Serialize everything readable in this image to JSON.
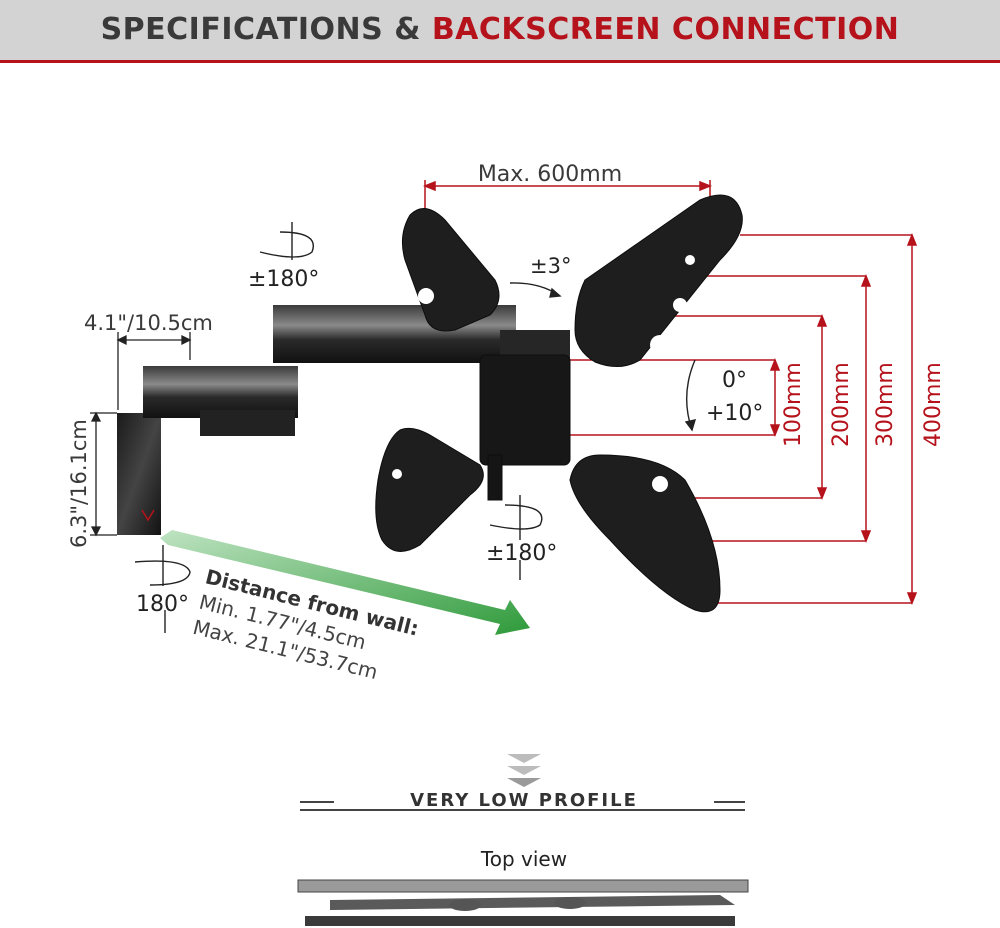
{
  "header": {
    "title_part1": "SPECIFICATIONS & ",
    "title_part2": "BACKSCREEN CONNECTION"
  },
  "dimensions": {
    "max_width": "Max. 600mm",
    "tilt_side": "±3°",
    "rot_top": "±180°",
    "rot_bottom": "±180°",
    "rot_wall": "180°",
    "tilt_main_1": "0°",
    "tilt_main_2": "+10°",
    "arm_depth": "4.1\"/10.5cm",
    "plate_height": "6.3\"/16.1cm",
    "vesa": [
      "100mm",
      "200mm",
      "300mm",
      "400mm"
    ]
  },
  "distance": {
    "title": "Distance from wall:",
    "min": "Min. 1.77\"/4.5cm",
    "max": "Max. 21.1\"/53.7cm"
  },
  "profile": {
    "label": "VERY LOW PROFILE",
    "top_view": "Top view"
  },
  "colors": {
    "accent_red": "#b5121b",
    "arrow_green": "#2e9a3a",
    "mount_black": "#1f1f1f",
    "header_grey": "#d3d3d3"
  }
}
